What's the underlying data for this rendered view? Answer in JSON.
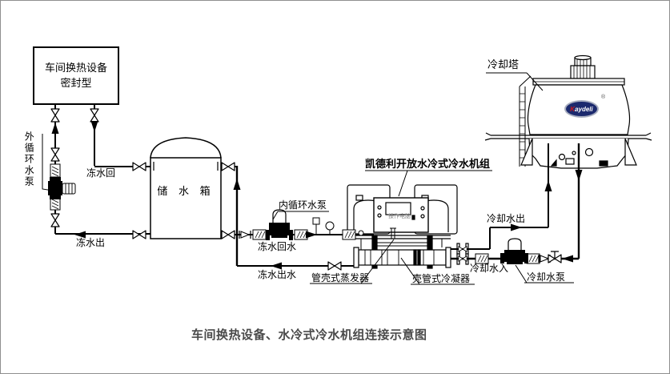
{
  "canvas": {
    "background": "#ffffff",
    "border_color": "#8f8f8f",
    "line_color": "#000000"
  },
  "caption": "车间换热设备、水冷式冷水机组连接示意图",
  "equipment_box": {
    "line1": "车间换热设备",
    "line2": "密封型"
  },
  "tank": {
    "label": "储 水 箱"
  },
  "pumps": {
    "external": "外循环水泵",
    "internal": "内循环水泵",
    "cooling": "冷却水泵"
  },
  "pipes": {
    "chilled_return": "冻水回",
    "chilled_out": "冻水出",
    "chilled_return_water": "冻水回水",
    "chilled_out_water": "冻水出水",
    "cooling_out": "冷却水出",
    "cooling_in": "冷却水入"
  },
  "chiller": {
    "label": "凯德利开放水冷式冷水机组",
    "panel": "操作电脑",
    "evaporator": "管壳式蒸发器",
    "condenser": "壳管式冷凝器"
  },
  "tower": {
    "label": "冷却塔",
    "logo_first": "K",
    "logo_rest": "aydeli",
    "trademark": "®",
    "logo_bg": "#1c2a6e",
    "logo_k_color": "#d01818",
    "caption_color": "#4a4a4a"
  }
}
